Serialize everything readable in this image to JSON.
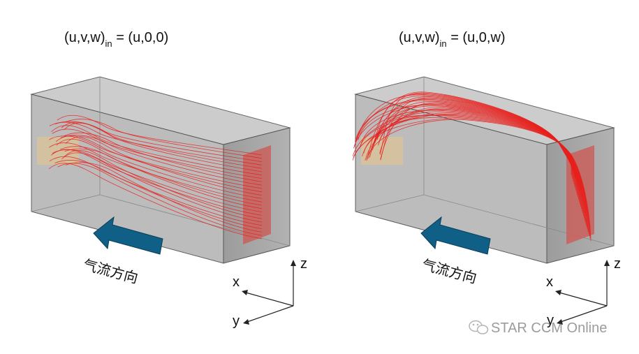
{
  "panels": [
    {
      "id": "left",
      "title_main": "(u,v,w)",
      "title_sub": "in",
      "title_rest": " = (u,0,0)",
      "flow_label": "气流方向",
      "axes": {
        "x": "x",
        "y": "y",
        "z": "z"
      }
    },
    {
      "id": "right",
      "title_main": "(u,v,w)",
      "title_sub": "in",
      "title_rest": " = (u,0,w)",
      "flow_label": "气流方向",
      "axes": {
        "x": "x",
        "y": "y",
        "z": "z"
      }
    }
  ],
  "watermark": "STAR CCM Online",
  "colors": {
    "box_front": "#b8b8b8",
    "box_side": "#a3a3a3",
    "box_top": "#c6c6c6",
    "inlet": "#d8c29a",
    "outlet": "#c9605c",
    "streamline": "#e8201c",
    "arrow": "#0f5f86"
  },
  "icons": [
    "flow-direction-arrow-icon",
    "wechat-icon"
  ]
}
